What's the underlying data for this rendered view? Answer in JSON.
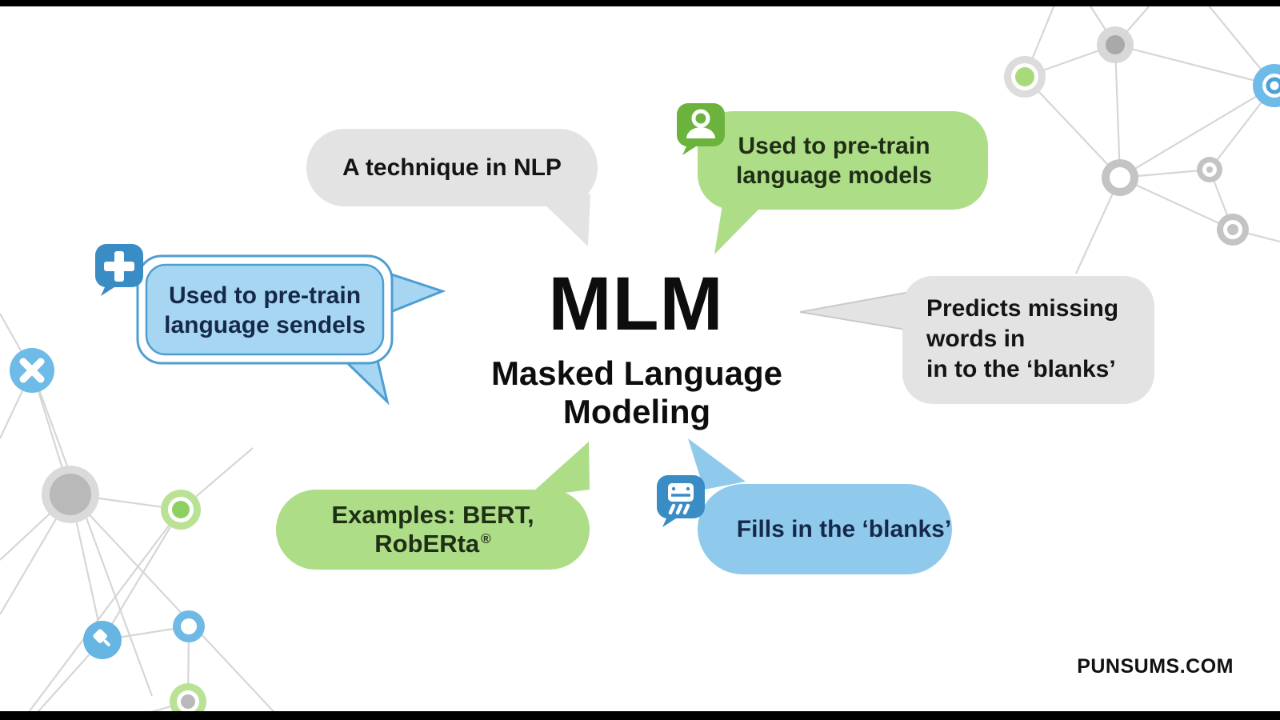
{
  "title": {
    "acronym": "MLM",
    "full": "Masked Language Modeling"
  },
  "watermark": "PUNSUMS.COM",
  "bubbles": {
    "technique": {
      "text": "A technique in NLP",
      "color": "#e3e3e3"
    },
    "pretrain_models": {
      "line1": "Used to pre-train",
      "line2": "language models",
      "color": "#aedd88",
      "icon": "person-chat-icon"
    },
    "pretrain_sendels": {
      "line1": "Used to pre-train",
      "line2": "language sendels",
      "color": "#a6d6f2",
      "icon": "plus-chat-icon"
    },
    "predicts": {
      "line1": "Predicts missing",
      "line2": "words in",
      "line3": "in to the ‘blanks’",
      "color": "#e3e3e3"
    },
    "examples": {
      "text": "Examples: BERT, RobERta",
      "registered_mark": "®",
      "color": "#aedd88"
    },
    "fills": {
      "text": "Fills in the ‘blanks’",
      "color": "#8fcaec",
      "icon": "mask-card-icon"
    }
  },
  "colors": {
    "badge_green": "#6cb33e",
    "badge_blue": "#3a8cc4",
    "bubble_gray": "#e3e3e3",
    "bubble_green": "#aedd88",
    "bubble_blue_light": "#a6d6f2",
    "bubble_blue": "#8fcaec",
    "blue_outline": "#4e9ed2",
    "network_line": "#d6d6d6",
    "node_gray": "#c9c9c9",
    "node_green": "#a8da7c",
    "node_blue": "#6fbbe8",
    "letterbox": "#000000"
  }
}
